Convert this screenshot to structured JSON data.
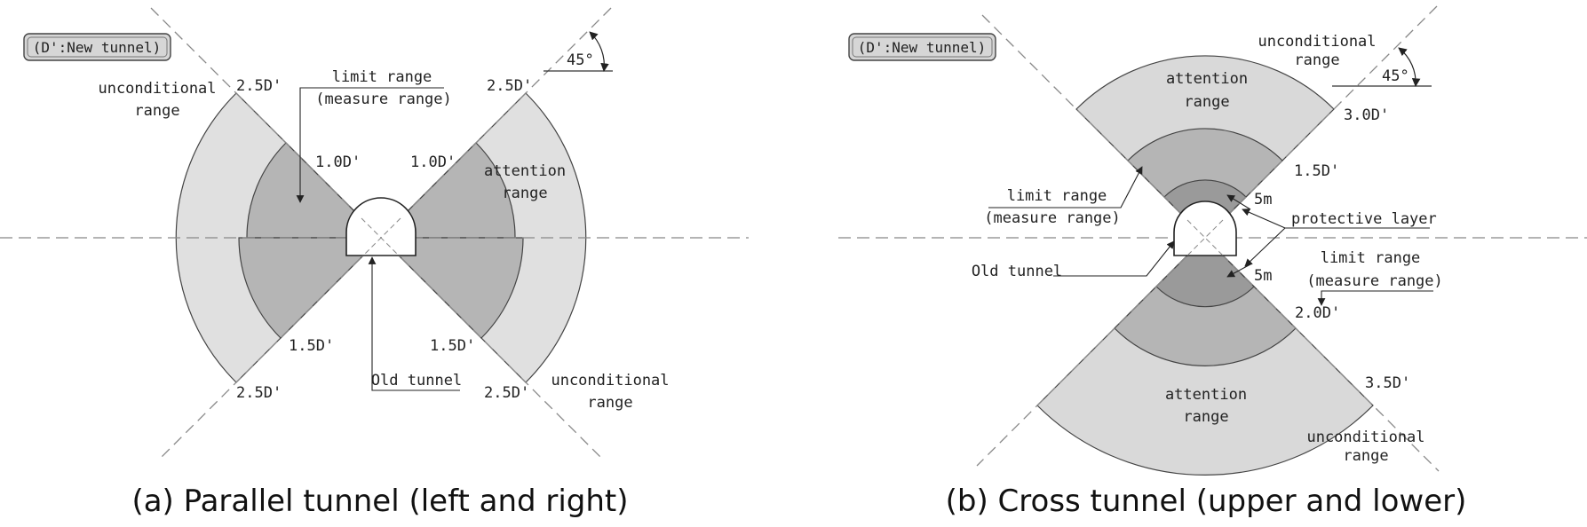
{
  "colors": {
    "unconditional": "#e0e0e0",
    "attention": "#d9d9d9",
    "limit": "#b5b5b5",
    "protective": "#9a9a9a",
    "stroke": "#3a3a3a"
  },
  "panel_a": {
    "badge": "(D':New tunnel)",
    "caption": "(a) Parallel tunnel (left and right)",
    "angle": "45°",
    "labels": {
      "unconditional_top_line1": "unconditional",
      "unconditional_top_line2": "range",
      "limit_line1": "limit range",
      "limit_line2": "(measure range)",
      "attention_line1": "attention",
      "attention_line2": "range",
      "unconditional_bottom_line1": "unconditional",
      "unconditional_bottom_line2": "range",
      "old_tunnel": "Old tunnel",
      "d25_tl": "2.5D'",
      "d25_tr": "2.5D'",
      "d25_bl": "2.5D'",
      "d25_br": "2.5D'",
      "d10_l": "1.0D'",
      "d10_r": "1.0D'",
      "d15_l": "1.5D'",
      "d15_r": "1.5D'"
    }
  },
  "panel_b": {
    "badge": "(D':New tunnel)",
    "caption": "(b) Cross tunnel (upper and lower)",
    "angle": "45°",
    "labels": {
      "unconditional_top_line1": "unconditional",
      "unconditional_top_line2": "range",
      "attention_top_line1": "attention",
      "attention_top_line2": "range",
      "d30": "3.0D'",
      "d15": "1.5D'",
      "limit_top_line1": "limit range",
      "limit_top_line2": "(measure range)",
      "five_m_top": "5m",
      "protective": "protective layer",
      "old_tunnel": "Old tunnel",
      "five_m_bottom": "5m",
      "limit_bottom_line1": "limit range",
      "limit_bottom_line2": "(measure range)",
      "d20": "2.0D'",
      "attention_bottom_line1": "attention",
      "attention_bottom_line2": "range",
      "d35": "3.5D'",
      "unconditional_bottom_line1": "unconditional",
      "unconditional_bottom_line2": "range"
    }
  }
}
